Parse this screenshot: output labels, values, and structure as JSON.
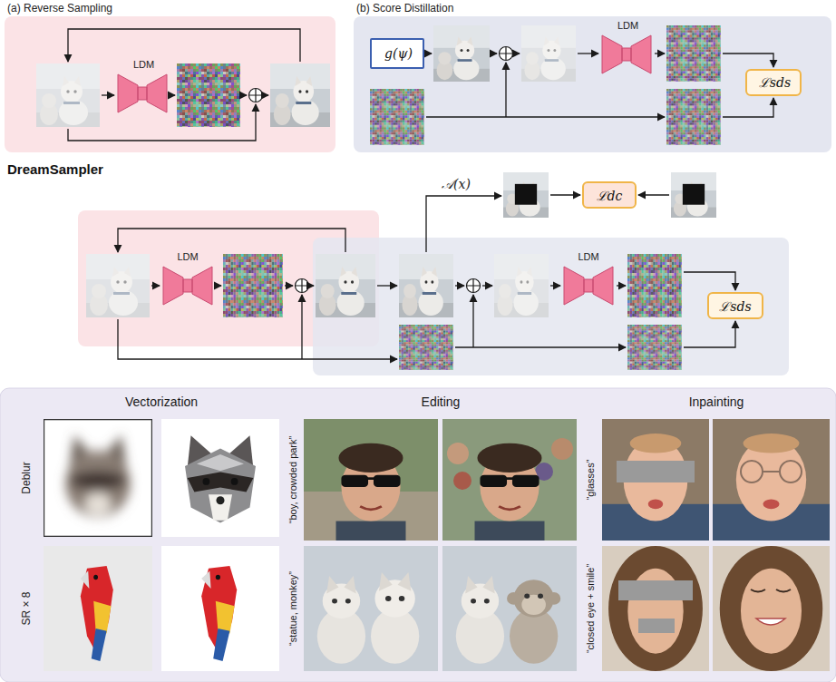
{
  "diagram": {
    "title": "DreamSampler",
    "nodes": [
      {
        "text": [
          "(a) Reverse Sampling"
        ]
      },
      {
        "text": [
          "LDM"
        ],
        "in": 0
      },
      {
        "text": [
          "(b) Score Distillation"
        ]
      },
      {
        "text": [
          "g(ψ)"
        ],
        "in": 2
      },
      {
        "text": [
          "LDM"
        ],
        "in": 2
      },
      {
        "text": [
          "ℒsds"
        ],
        "in": 2
      },
      {
        "text": [
          "LDM"
        ]
      },
      {
        "text": [
          "LDM"
        ]
      },
      {
        "text": [
          "ℒdc"
        ]
      },
      {
        "text": [
          "ℒsds"
        ]
      }
    ],
    "labels": [
      "𝒜(x)",
      "Vectorization",
      "Editing",
      "Inpainting",
      "Deblur",
      "SR × 8",
      "“boy, crowded park”",
      "“statue, monkey”",
      "“glasses”",
      "“closed eye + smile”"
    ]
  }
}
